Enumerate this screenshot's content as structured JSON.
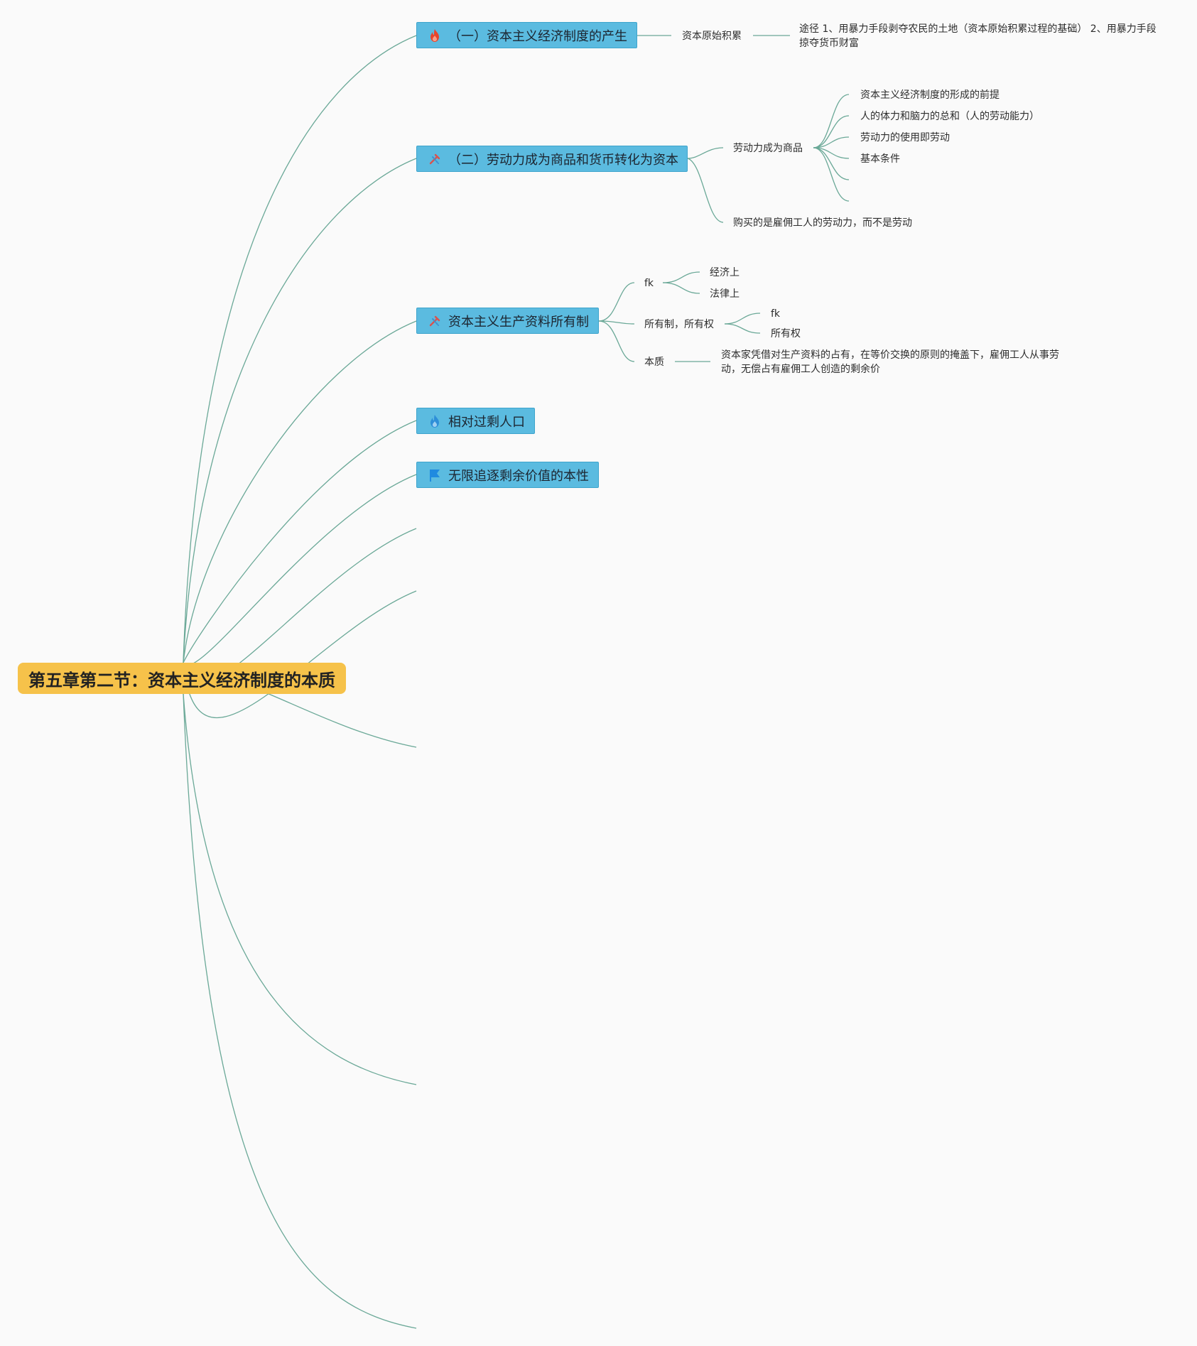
{
  "root": {
    "title": "第五章第二节：资本主义经济制度的本质"
  },
  "branches": [
    {
      "label": "（一）资本主义经济制度的产生",
      "icon": "fire-icon",
      "children": [
        {
          "label": "资本原始积累",
          "children": [
            {
              "label": "途径 1、用暴力手段剥夺农民的土地（资本原始积累过程的基础） 2、用暴力手段掠夺货币财富"
            }
          ]
        }
      ]
    },
    {
      "label": "（二）劳动力成为商品和货币转化为资本",
      "icon": "tools-icon",
      "children": [
        {
          "label": "劳动力成为商品",
          "children": [
            {
              "label": "资本主义经济制度的形成的前提"
            },
            {
              "label": "人的体力和脑力的总和（人的劳动能力）"
            },
            {
              "label": "劳动力的使用即劳动"
            },
            {
              "label": "基本条件"
            },
            {
              "label": ""
            },
            {
              "label": ""
            }
          ]
        },
        {
          "label": "购买的是雇佣工人的劳动力，而不是劳动"
        }
      ]
    },
    {
      "label": "资本主义生产资料所有制",
      "icon": "tools-icon",
      "children": [
        {
          "label": "fk",
          "children": [
            {
              "label": "经济上"
            },
            {
              "label": "法律上"
            }
          ]
        },
        {
          "label": "所有制，所有权",
          "children": [
            {
              "label": "fk"
            },
            {
              "label": "所有权"
            }
          ]
        },
        {
          "label": "本质",
          "children": [
            {
              "label": "资本家凭借对生产资料的占有，在等价交换的原则的掩盖下，雇佣工人从事劳动，无偿占有雇佣工人创造的剩余价"
            }
          ]
        }
      ]
    },
    {
      "label": "相对过剩人口",
      "icon": "flame-blue-icon"
    },
    {
      "label": "无限追逐剩余价值的本性",
      "icon": "flag-icon"
    },
    {
      "label": ""
    },
    {
      "label": ""
    },
    {
      "label": ""
    },
    {
      "label": ""
    },
    {
      "label": ""
    }
  ],
  "colors": {
    "root_fill": "#f6c24a",
    "topic_fill": "#5bbbe0",
    "connector": "#6aa897",
    "background": "#fafafa"
  }
}
